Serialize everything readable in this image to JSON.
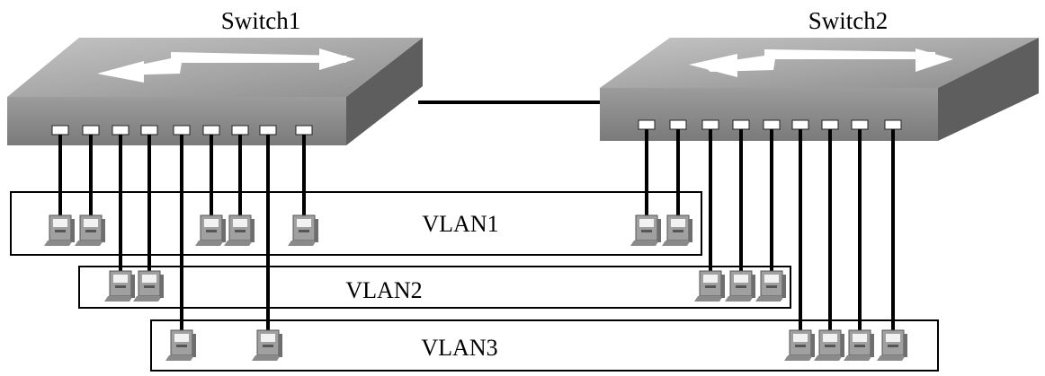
{
  "switches": [
    {
      "id": "sw1",
      "label": "Switch1"
    },
    {
      "id": "sw2",
      "label": "Switch2"
    }
  ],
  "vlans": [
    {
      "id": "vlan1",
      "label": "VLAN1"
    },
    {
      "id": "vlan2",
      "label": "VLAN2"
    },
    {
      "id": "vlan3",
      "label": "VLAN3"
    }
  ],
  "connections": {
    "switch1": [
      "vlan1",
      "vlan1",
      "vlan2",
      "vlan2",
      "vlan3",
      "vlan1",
      "vlan1",
      "vlan3",
      "vlan1"
    ],
    "switch2": [
      "vlan1",
      "vlan1",
      "vlan2",
      "vlan2",
      "vlan2",
      "vlan3",
      "vlan3",
      "vlan3",
      "vlan3"
    ]
  },
  "colors": {
    "switch_top": "#a8a8a8",
    "switch_front": "#8c8c8c",
    "switch_side": "#5e5e5e",
    "port": "#ffffff",
    "cable": "#000000",
    "pc": "#9a9a9a"
  }
}
